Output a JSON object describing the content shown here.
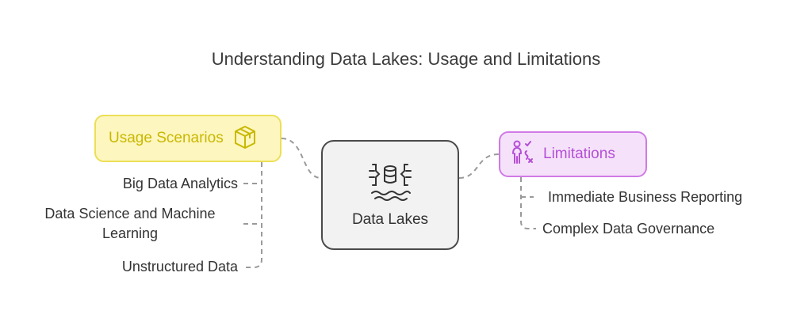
{
  "title": "Understanding Data Lakes: Usage and Limitations",
  "center": {
    "label": "Data Lakes",
    "icon": "data-lake-icon"
  },
  "usage": {
    "label": "Usage Scenarios",
    "icon": "box-icon",
    "color": "#ecdf56",
    "items": [
      "Big Data Analytics",
      "Data Science and Machine Learning",
      "Unstructured Data"
    ]
  },
  "limitations": {
    "label": "Limitations",
    "icon": "decision-person-icon",
    "color": "#d07ae6",
    "items": [
      "Immediate Business Reporting",
      "Complex Data Governance"
    ]
  }
}
